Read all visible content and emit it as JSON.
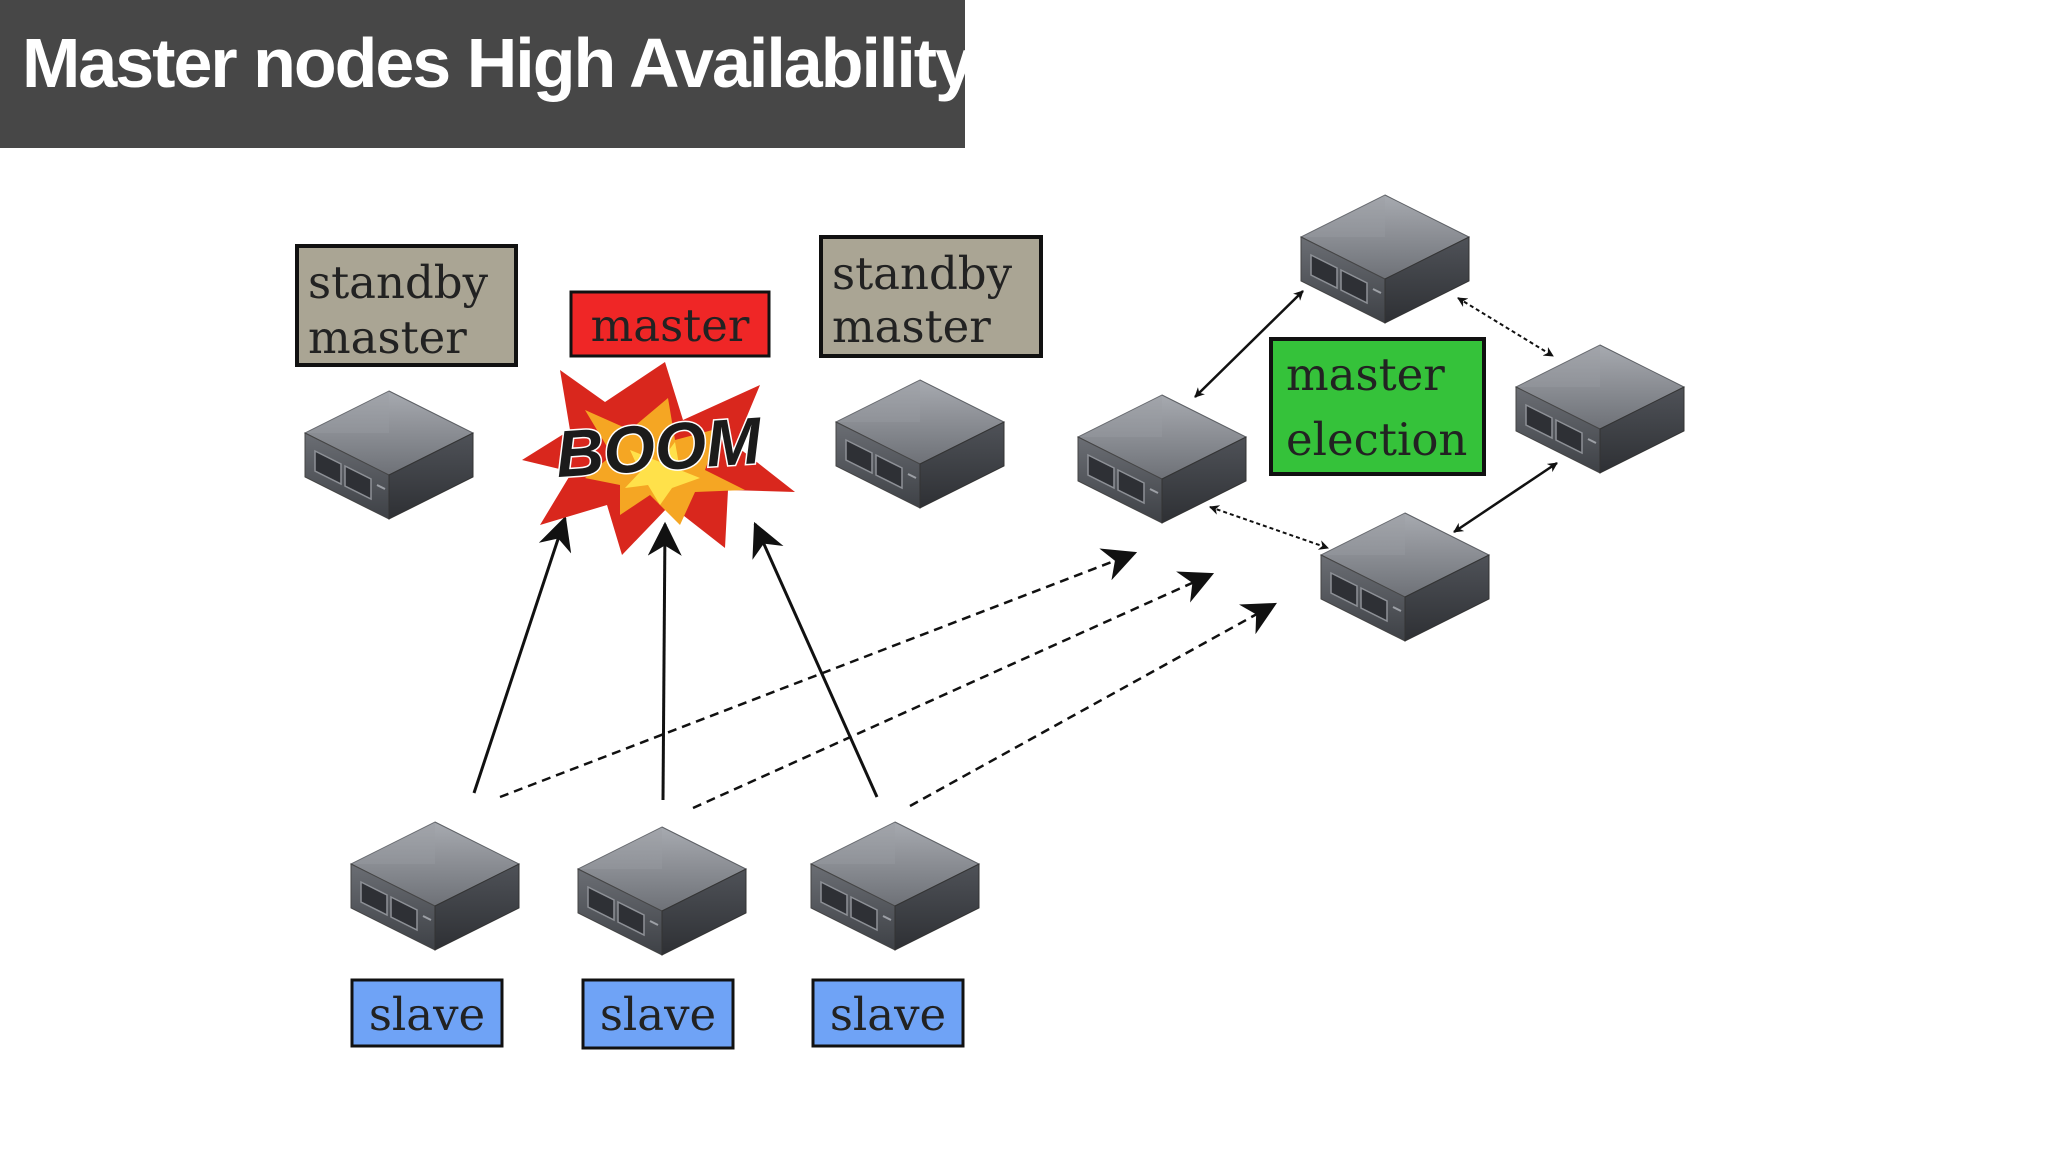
{
  "title": "Master nodes High Availability",
  "labels": {
    "standby_left": [
      "standby",
      "master"
    ],
    "master": "master",
    "boom": "BOOM",
    "standby_right": [
      "standby",
      "master"
    ],
    "election": [
      "master",
      "election"
    ],
    "slave1": "slave",
    "slave2": "slave",
    "slave3": "slave"
  },
  "colors": {
    "title_bar": "#474747",
    "standby_fill": "#aaa594",
    "master_fill": "#ef2626",
    "election_fill": "#35c23a",
    "slave_fill": "#6fa3f6",
    "server_top": "#8b8e94",
    "server_side": "#55585e"
  },
  "icons": [
    "server-icon",
    "explosion-icon"
  ]
}
